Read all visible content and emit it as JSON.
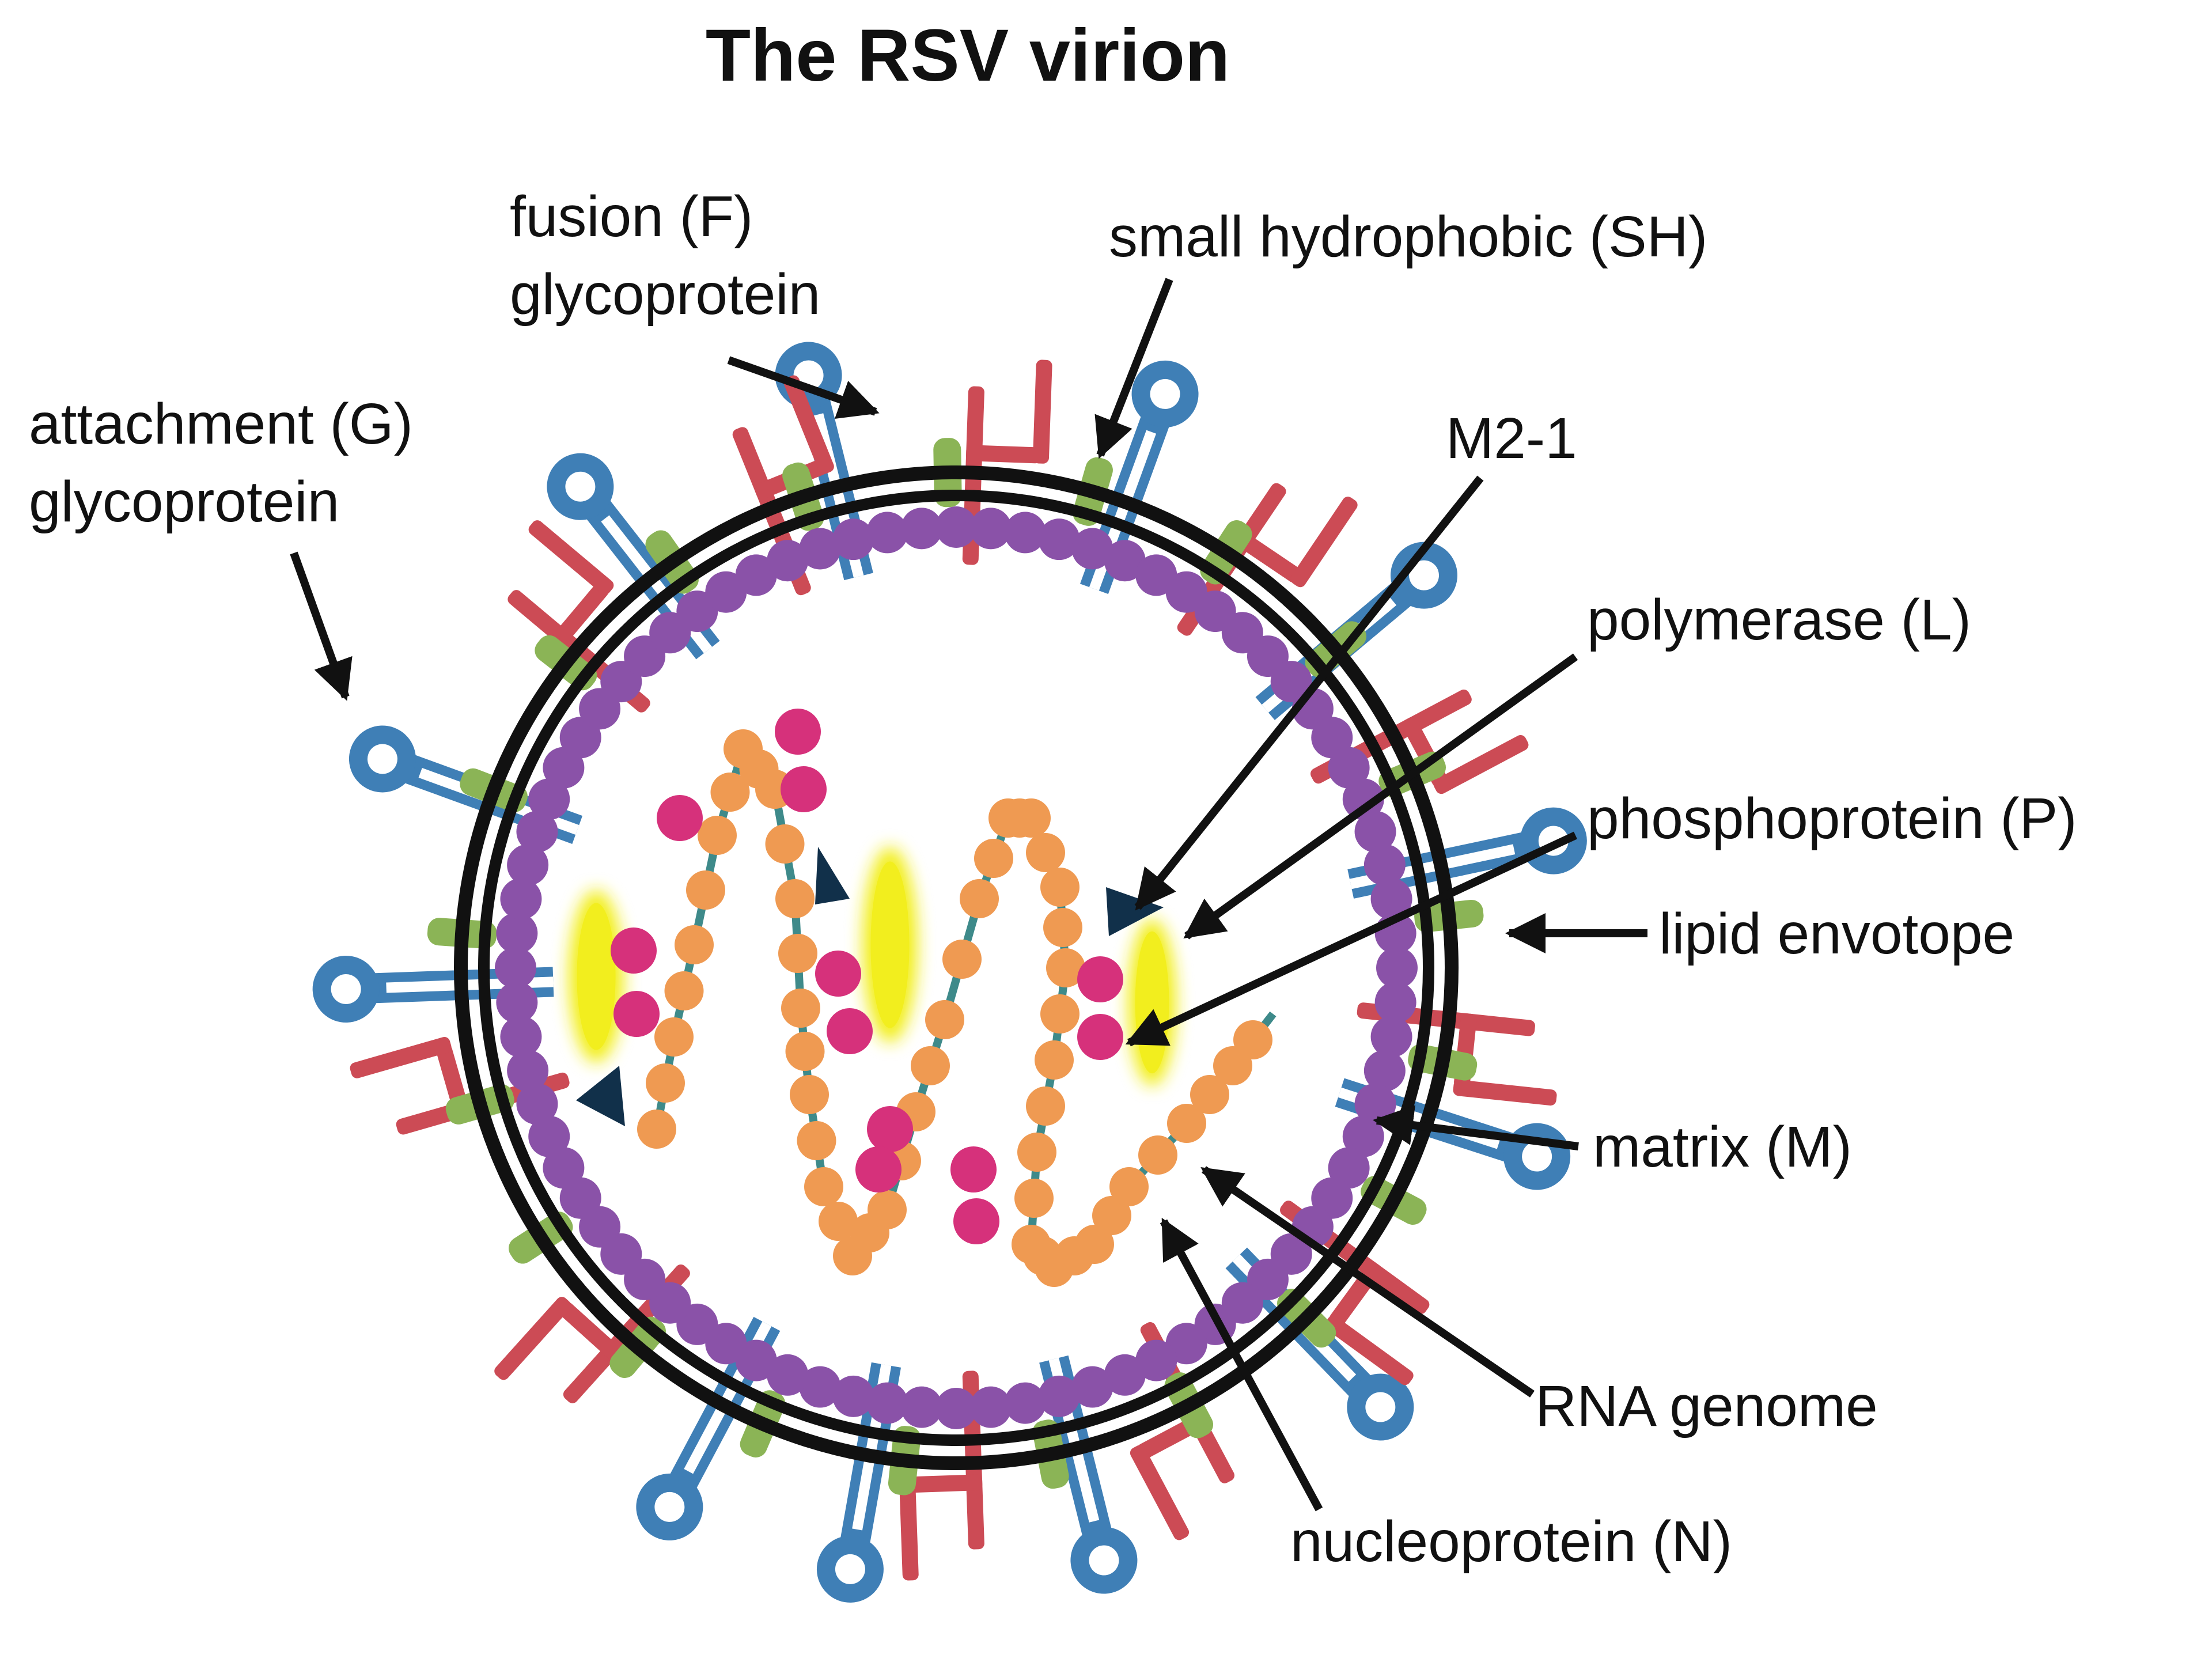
{
  "title": "The RSV virion",
  "labels": {
    "fusion_line1": "fusion (F)",
    "fusion_line2": "glycoprotein",
    "attachment_line1": "attachment (G)",
    "attachment_line2": "glycoprotein",
    "sh": "small hydrophobic (SH)",
    "m21": "M2-1",
    "polymerase": "polymerase (L)",
    "phosphoprotein": "phosphoprotein (P)",
    "lipid": "lipid envotope",
    "matrix": "matrix (M)",
    "rna": "RNA genome",
    "nucleoprotein": "nucleoprotein (N)"
  },
  "colors": {
    "fusion": "#cc4b55",
    "attachment": "#3f7fb6",
    "sh": "#8bb456",
    "matrix": "#8a52a8",
    "nucleoprotein": "#ef9a52",
    "rna": "#3e8a8a",
    "phosphoprotein": "#d6317b",
    "polymerase": "#f2ee1e",
    "m21": "#11304a",
    "envelope": "#111111"
  }
}
